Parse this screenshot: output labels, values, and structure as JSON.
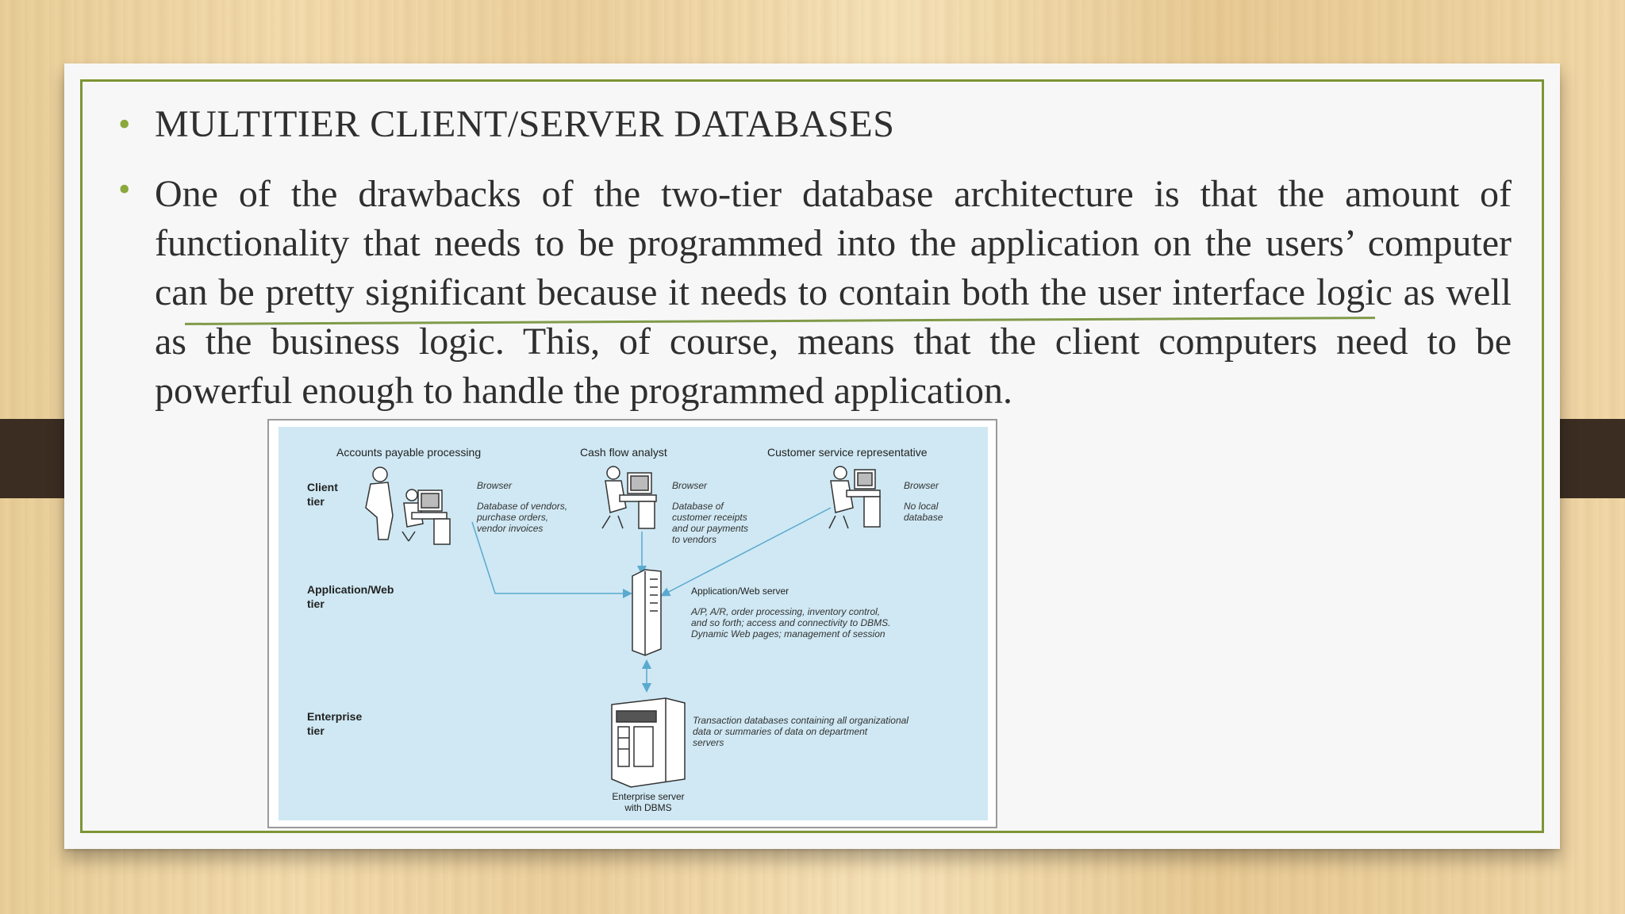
{
  "slide": {
    "title": "MULTITIER CLIENT/SERVER DATABASES",
    "paragraph": "One of the drawbacks of the two-tier database architecture is that the amount of functionality that needs to be programmed into the application on the users’ computer can be pretty significant because it needs to contain both the user interface logic as well as the business logic. This, of course, means that the client computers need to be powerful enough to handle the programmed application."
  },
  "diagram": {
    "roles": [
      "Accounts payable processing",
      "Cash flow analyst",
      "Customer service representative"
    ],
    "tiers": {
      "client": [
        "Client",
        "tier"
      ],
      "application": [
        "Application/Web",
        "tier"
      ],
      "enterprise": [
        "Enterprise",
        "tier"
      ]
    },
    "client_notes": [
      {
        "title": "Browser",
        "lines": [
          "Database of vendors,",
          "purchase orders,",
          "vendor invoices"
        ]
      },
      {
        "title": "Browser",
        "lines": [
          "Database of",
          "customer receipts",
          "and our payments",
          "to vendors"
        ]
      },
      {
        "title": "Browser",
        "lines": [
          "No local",
          "database"
        ]
      }
    ],
    "app_server": {
      "title": "Application/Web server",
      "lines": [
        "A/P, A/R, order processing, inventory control,",
        "and so forth; access and connectivity to DBMS.",
        "Dynamic Web pages; management of session"
      ]
    },
    "enterprise_server": {
      "notes": [
        "Transaction databases containing all organizational",
        "data or summaries of data on department",
        "servers"
      ],
      "label": [
        "Enterprise server",
        "with DBMS"
      ]
    }
  },
  "colors": {
    "accent": "#7d9535",
    "bullet": "#8aa83b",
    "diagram_bg": "#cfe8f3",
    "arrow": "#5aa9cf"
  }
}
